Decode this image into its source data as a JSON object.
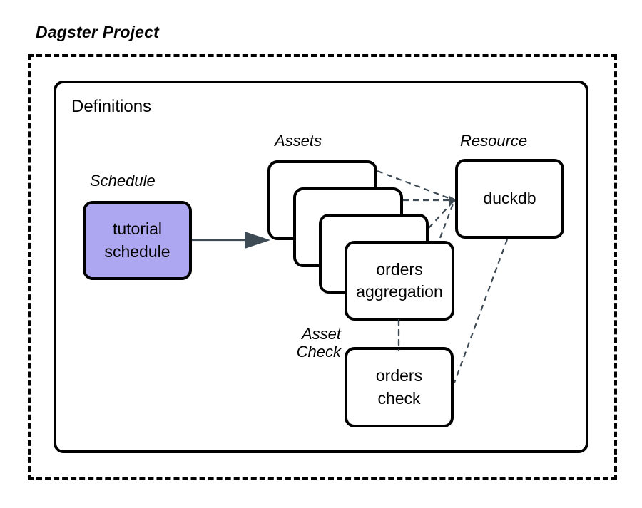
{
  "diagram": {
    "title": "Dagster Project",
    "container_label": "Definitions",
    "groups": {
      "schedule": "Schedule",
      "assets": "Assets",
      "resource": "Resource",
      "asset_check": "Asset Check"
    },
    "nodes": {
      "schedule": {
        "line1": "tutorial",
        "line2": "schedule"
      },
      "asset_stack_top": {
        "line1": "orders",
        "line2": "aggregation"
      },
      "resource": {
        "line1": "duckdb"
      },
      "asset_check": {
        "line1": "orders",
        "line2": "check"
      }
    },
    "colors": {
      "schedule_fill": "#ADA6F0",
      "stroke": "#000000",
      "arrow": "#3E4A54",
      "dashed_edge": "#3E4A54",
      "background": "#FFFFFF"
    },
    "edges": {
      "schedule_to_assets": {
        "style": "solid",
        "arrowhead": true
      },
      "assets_to_resource": {
        "style": "dashed",
        "count": 4
      },
      "asset_to_check": {
        "style": "dashed"
      },
      "resource_to_check": {
        "style": "dashed"
      }
    }
  }
}
